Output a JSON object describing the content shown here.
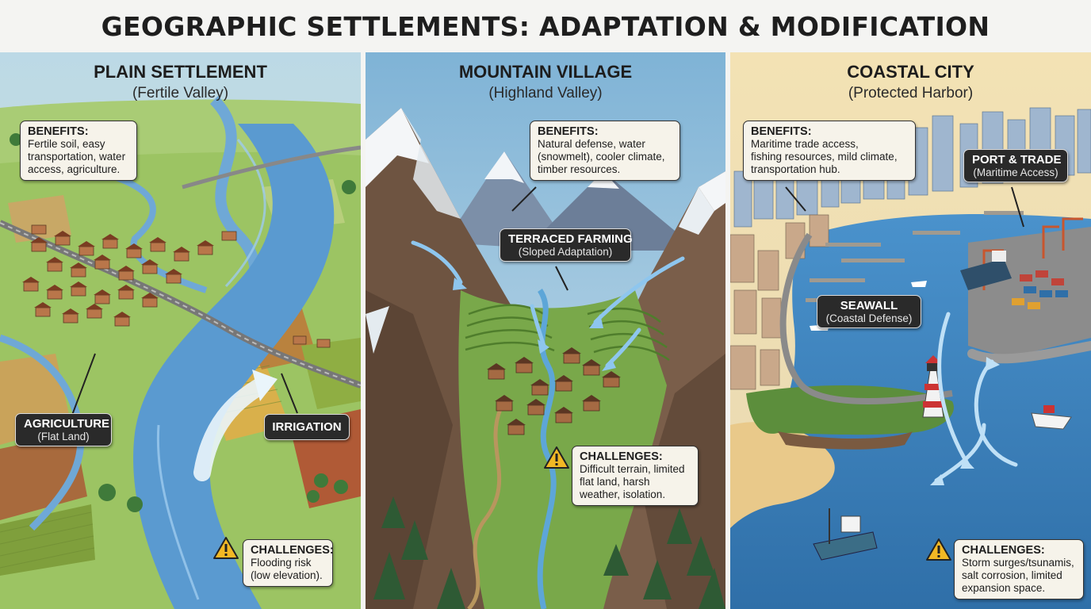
{
  "title": "GEOGRAPHIC SETTLEMENTS: ADAPTATION & MODIFICATION",
  "panels": [
    {
      "title": "PLAIN SETTLEMENT",
      "subtitle": "(Fertile Valley)",
      "benefits": {
        "heading": "BENEFITS:",
        "text": "Fertile soil, easy\ntransportation, water\naccess, agriculture."
      },
      "labels": [
        {
          "title": "AGRICULTURE",
          "subtitle": "(Flat Land)"
        },
        {
          "title": "IRRIGATION",
          "subtitle": ""
        }
      ],
      "challenges": {
        "heading": "CHALLENGES:",
        "text": "Flooding risk\n(low elevation)."
      }
    },
    {
      "title": "MOUNTAIN VILLAGE",
      "subtitle": "(Highland Valley)",
      "benefits": {
        "heading": "BENEFITS:",
        "text": "Natural defense, water\n(snowmelt), cooler climate,\ntimber resources."
      },
      "labels": [
        {
          "title": "TERRACED FARMING",
          "subtitle": "(Sloped Adaptation)"
        }
      ],
      "challenges": {
        "heading": "CHALLENGES:",
        "text": "Difficult terrain, limited\nflat land, harsh\nweather, isolation."
      }
    },
    {
      "title": "COASTAL CITY",
      "subtitle": "(Protected Harbor)",
      "benefits": {
        "heading": "BENEFITS:",
        "text": "Maritime trade access,\nfishing resources, mild climate,\ntransportation hub."
      },
      "labels": [
        {
          "title": "PORT & TRADE",
          "subtitle": "(Maritime Access)"
        },
        {
          "title": "SEAWALL",
          "subtitle": "(Coastal Defense)"
        }
      ],
      "challenges": {
        "heading": "CHALLENGES:",
        "text": "Storm surges/tsunamis,\nsalt corrosion, limited\nexpansion space."
      }
    }
  ],
  "colors": {
    "title_text": "#1e1e1e",
    "river": "#5a9ad0",
    "field_green": "#9cc463",
    "mountain_rock": "#7a5e4a",
    "sea": "#3f86c2",
    "callout_bg": "#f6f3ea",
    "label_dark": "#2a2a2a",
    "warning_yellow": "#f2b824"
  },
  "icons": [
    "warning-icon",
    "flow-arrow-icon",
    "lighthouse-icon",
    "house-icon"
  ]
}
